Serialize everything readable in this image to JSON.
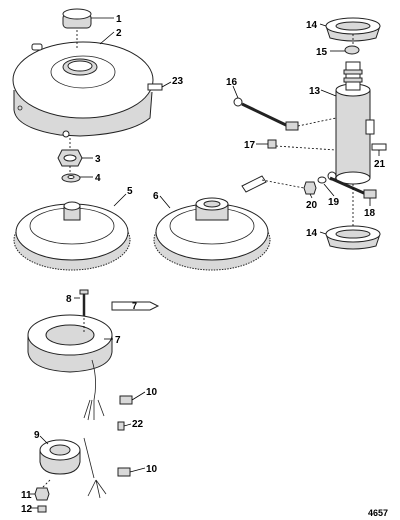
{
  "callouts": [
    {
      "id": "c1",
      "label": "1"
    },
    {
      "id": "c2",
      "label": "2"
    },
    {
      "id": "c3",
      "label": "3"
    },
    {
      "id": "c4",
      "label": "4"
    },
    {
      "id": "c5",
      "label": "5"
    },
    {
      "id": "c6",
      "label": "6"
    },
    {
      "id": "c7",
      "label": "7"
    },
    {
      "id": "c8",
      "label": "8"
    },
    {
      "id": "c9",
      "label": "9"
    },
    {
      "id": "c10a",
      "label": "10"
    },
    {
      "id": "c10b",
      "label": "10"
    },
    {
      "id": "c11",
      "label": "11"
    },
    {
      "id": "c12",
      "label": "12"
    },
    {
      "id": "c13",
      "label": "13"
    },
    {
      "id": "c14a",
      "label": "14"
    },
    {
      "id": "c14b",
      "label": "14"
    },
    {
      "id": "c15",
      "label": "15"
    },
    {
      "id": "c16",
      "label": "16"
    },
    {
      "id": "c17",
      "label": "17"
    },
    {
      "id": "c18",
      "label": "18"
    },
    {
      "id": "c19",
      "label": "19"
    },
    {
      "id": "c20",
      "label": "20"
    },
    {
      "id": "c21",
      "label": "21"
    },
    {
      "id": "c22",
      "label": "22"
    },
    {
      "id": "c23",
      "label": "23"
    }
  ],
  "figure_number": "4657",
  "sealant_tube_label": "7"
}
